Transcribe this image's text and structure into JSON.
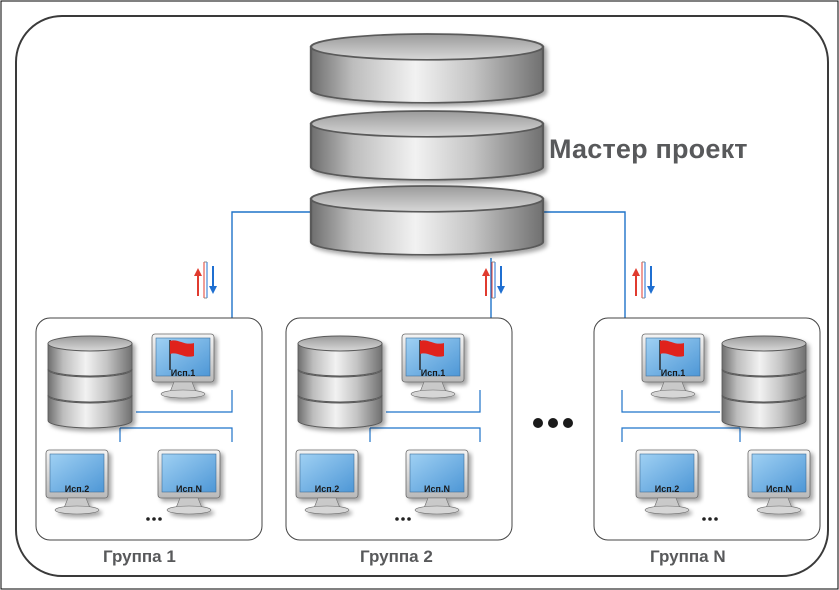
{
  "diagram": {
    "master": {
      "label": "Мастер проект"
    },
    "groups": [
      {
        "label": "Группа 1",
        "workstations": [
          "Исп.1",
          "Исп.2",
          "Исп.N"
        ]
      },
      {
        "label": "Группа 2",
        "workstations": [
          "Исп.1",
          "Исп.2",
          "Исп.N"
        ]
      },
      {
        "label": "Группа N",
        "workstations": [
          "Исп.1",
          "Исп.2",
          "Исп.N"
        ]
      }
    ],
    "colors": {
      "link": "#1f73c9",
      "upload_arrow": "#e03b2f",
      "download_arrow": "#1f6fd1",
      "flag": "#e0201f",
      "frame": "#3a3a3a",
      "label": "#58595b"
    }
  }
}
